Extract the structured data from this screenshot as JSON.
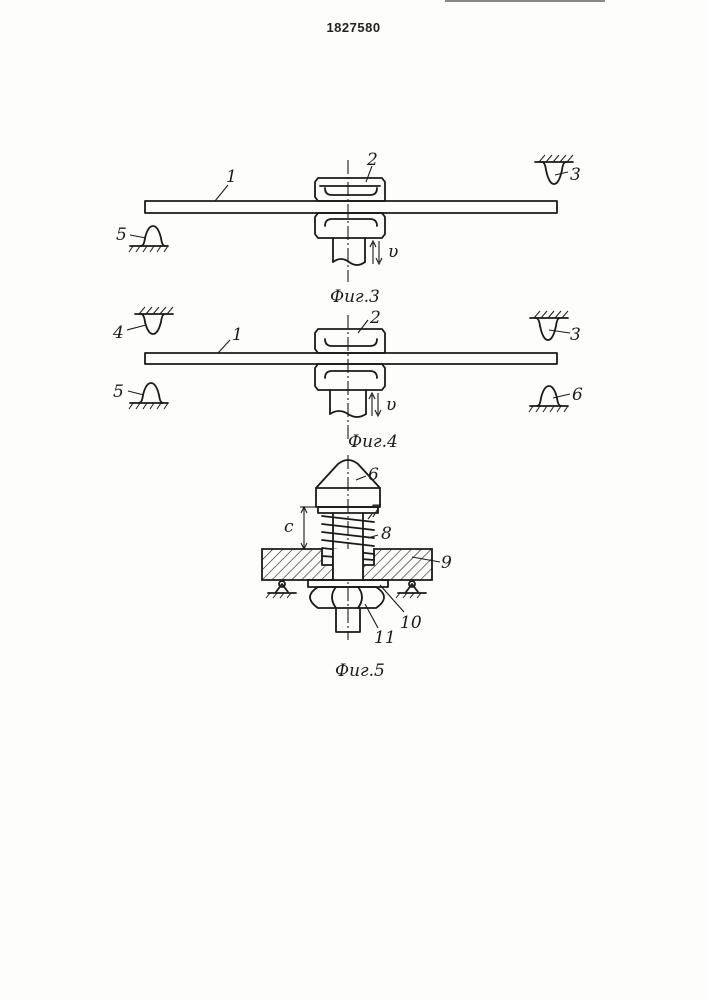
{
  "document": {
    "patent_number": "1827580"
  },
  "figures": {
    "fig3": {
      "caption": "Фиг.3",
      "labels": {
        "plate": "1",
        "roller": "2",
        "upper_stop": "3",
        "lower_stop": "5",
        "speed": "υ"
      }
    },
    "fig4": {
      "caption": "Фиг.4",
      "labels": {
        "plate": "1",
        "roller": "2",
        "upper_stop_right": "3",
        "upper_stop_left": "4",
        "lower_stop_left": "5",
        "lower_stop_right": "6",
        "speed": "υ"
      }
    },
    "fig5": {
      "caption": "Фиг.5",
      "labels": {
        "tip": "6",
        "washer": "7",
        "spring": "8",
        "base": "9",
        "washer_lower": "10",
        "nut": "11",
        "gap": "c"
      }
    }
  }
}
